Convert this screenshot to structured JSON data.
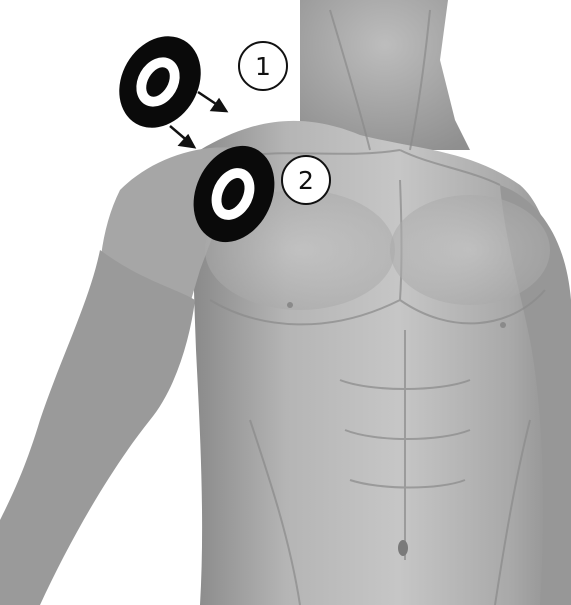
{
  "figure": {
    "description_visible_text": [
      "1",
      "2"
    ],
    "steps": [
      {
        "number": "1",
        "icon": "ring-pad-icon"
      },
      {
        "number": "2",
        "icon": "ring-pad-icon"
      }
    ],
    "colors": {
      "pad_outer": "#0a0a0a",
      "pad_inner": "#ffffff",
      "skin_light": "#c9c9c9",
      "skin_mid": "#a3a3a3",
      "skin_dark": "#6f6f6f",
      "background": "#ffffff"
    }
  }
}
